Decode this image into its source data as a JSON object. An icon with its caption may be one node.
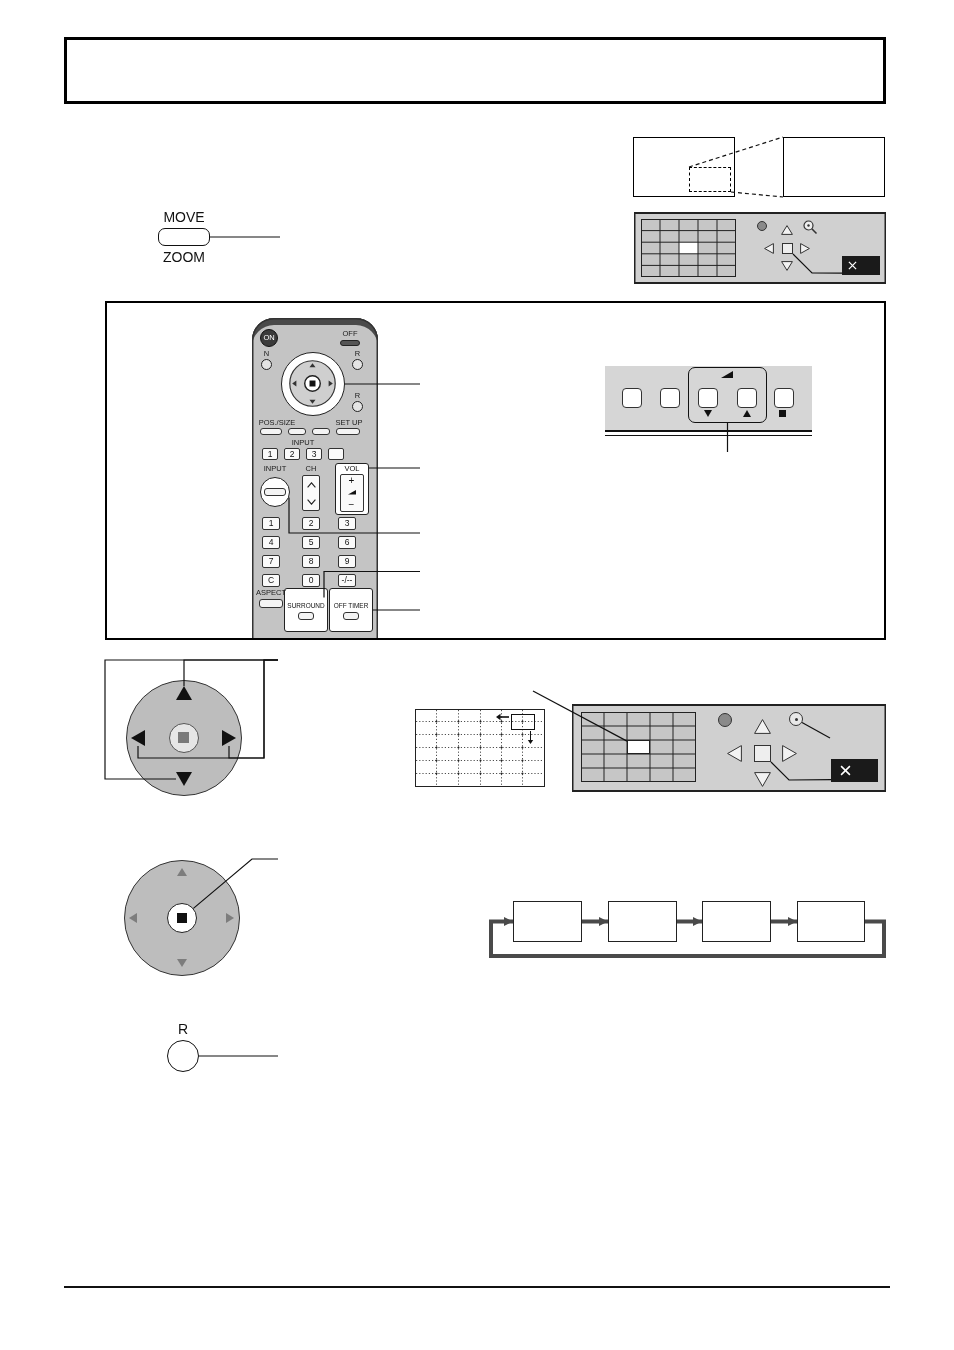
{
  "diagram": {
    "nodes": [
      {
        "text": [],
        "shape": "box"
      },
      {
        "text": [
          "MOVE",
          "ZOOM"
        ]
      },
      {
        "text": [],
        "shape": "box"
      },
      {
        "text": [],
        "shape": "box",
        "in": 2
      },
      {
        "text": [],
        "shape": "box"
      },
      {
        "text": [],
        "shape": "box"
      },
      {
        "text": [],
        "shape": "box",
        "in": 5
      },
      {
        "text": [],
        "shape": "box",
        "in": 5
      },
      {
        "text": [],
        "shape": "box"
      },
      {
        "text": [],
        "shape": "picture",
        "in": 8
      },
      {
        "text": [],
        "shape": "circle",
        "in": 9
      },
      {
        "text": [
          "VOL",
          "+",
          "−"
        ],
        "in": 9
      },
      {
        "text": [],
        "shape": "circle",
        "in": 9
      },
      {
        "text": [
          "SURROUND"
        ],
        "in": 9
      },
      {
        "text": [
          "OFF TIMER"
        ],
        "in": 9
      },
      {
        "text": [],
        "shape": "box",
        "in": 8
      },
      {
        "text": [],
        "shape": "box",
        "in": 15
      },
      {
        "text": [],
        "shape": "circle"
      },
      {
        "text": [],
        "shape": "triangle",
        "in": 17
      },
      {
        "text": [],
        "shape": "triangle",
        "in": 17
      },
      {
        "text": [],
        "shape": "triangle",
        "in": 17
      },
      {
        "text": [],
        "shape": "triangle",
        "in": 17
      },
      {
        "text": [],
        "shape": "box"
      },
      {
        "text": [],
        "shape": "box"
      },
      {
        "text": [],
        "shape": "box",
        "in": 23
      },
      {
        "text": [],
        "shape": "circle",
        "in": 23
      },
      {
        "text": [],
        "shape": "box",
        "in": 23
      },
      {
        "text": [],
        "shape": "box",
        "in": 23
      },
      {
        "text": [],
        "shape": "circle"
      },
      {
        "text": [],
        "shape": "circle",
        "in": 28
      },
      {
        "text": [],
        "shape": "box"
      },
      {
        "text": [],
        "shape": "box"
      },
      {
        "text": [],
        "shape": "box"
      },
      {
        "text": [],
        "shape": "box"
      },
      {
        "text": [
          "R"
        ]
      }
    ],
    "edges": [
      {
        "from": null,
        "to": 1,
        "arrow": "none"
      },
      {
        "from": 3,
        "to": 4,
        "arrow": "none",
        "style": "dashed"
      },
      {
        "from": 3,
        "to": 4,
        "arrow": "none",
        "style": "dashed"
      },
      {
        "from": 6,
        "to": 7,
        "arrow": "none"
      },
      {
        "from": null,
        "to": 10,
        "arrow": "none"
      },
      {
        "from": null,
        "to": 11,
        "arrow": "none"
      },
      {
        "from": null,
        "to": 12,
        "arrow": "none"
      },
      {
        "from": null,
        "to": 13,
        "arrow": "none"
      },
      {
        "from": null,
        "to": 14,
        "arrow": "none"
      },
      {
        "from": null,
        "to": 16,
        "arrow": "none"
      },
      {
        "from": null,
        "to": 18,
        "arrow": "none"
      },
      {
        "from": null,
        "to": 19,
        "arrow": "none"
      },
      {
        "from": null,
        "to": 20,
        "arrow": "none"
      },
      {
        "from": null,
        "to": 21,
        "arrow": "none"
      },
      {
        "from": null,
        "to": 24,
        "arrow": "none"
      },
      {
        "from": null,
        "to": 25,
        "arrow": "none"
      },
      {
        "from": 26,
        "to": 27,
        "arrow": "none"
      },
      {
        "from": null,
        "to": 29,
        "arrow": "none"
      },
      {
        "from": 30,
        "to": 31,
        "arrow": "to",
        "style": "thick",
        "color": "#4a4a4a"
      },
      {
        "from": 31,
        "to": 32,
        "arrow": "to",
        "style": "thick",
        "color": "#4a4a4a"
      },
      {
        "from": 32,
        "to": 33,
        "arrow": "to",
        "style": "thick",
        "color": "#4a4a4a"
      },
      {
        "from": 33,
        "to": 30,
        "arrow": "to",
        "style": "thick",
        "color": "#4a4a4a"
      },
      {
        "from": null,
        "to": 34,
        "arrow": "none"
      }
    ],
    "labels": [
      "ON",
      "OFF",
      "N",
      "R",
      "R",
      "POS./SIZE",
      "SET UP",
      "INPUT",
      "1",
      "2",
      "3",
      "INPUT",
      "CH",
      "1",
      "2",
      "3",
      "4",
      "5",
      "6",
      "7",
      "8",
      "9",
      "C",
      "0",
      "-/--",
      "ASPECT"
    ]
  }
}
